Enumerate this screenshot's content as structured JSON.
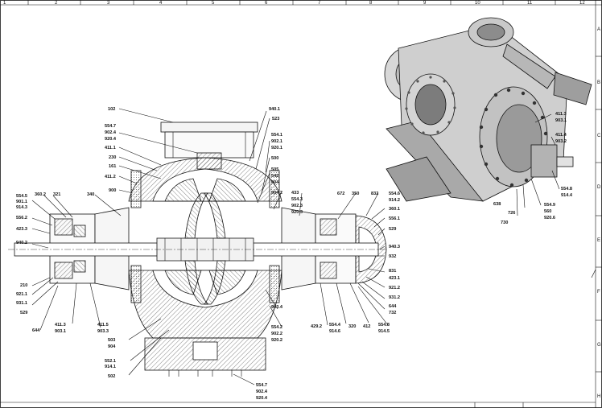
{
  "grid": {
    "columns": [
      "1",
      "2",
      "3",
      "4",
      "5",
      "6",
      "7",
      "8",
      "9",
      "10",
      "11",
      "12"
    ],
    "rows": [
      "A",
      "B",
      "C",
      "D",
      "E",
      "F",
      "G",
      "H"
    ]
  },
  "labels": {
    "l102": "102",
    "l940_1": "940.1",
    "l523": "523",
    "l554_7a": "554.7",
    "l902_4a": "902.4",
    "l920_4a": "920.4",
    "l554_1": "554.1",
    "l902_1": "902.1",
    "l920_1": "920.1",
    "l411_1": "411.1",
    "l230": "230",
    "l161": "161",
    "l411_2": "411.2",
    "l500": "500",
    "l505": "505",
    "l542": "542",
    "l904a": "904",
    "l900": "900",
    "l340": "340",
    "l904_2": "904.2",
    "l433": "433",
    "l554_3": "554.3",
    "l902_3": "902.3",
    "l920_3": "920.3",
    "l672": "672",
    "l350": "350",
    "l832": "832",
    "l554_6": "554.6",
    "l914_2": "914.2",
    "l360_1": "360.1",
    "l556_1": "556.1",
    "l529r": "529",
    "l940_3": "940.3",
    "l932": "932",
    "l831": "831",
    "l423_1": "423.1",
    "l921_2": "921.2",
    "l931_2": "931.2",
    "l644r": "644",
    "l732": "732",
    "l554_5": "554.5",
    "l901_1": "901.1",
    "l914_3": "914.3",
    "l360_2": "360.2",
    "l321": "321",
    "l556_2": "556.2",
    "l423_3": "423.3",
    "l940_2": "940.2",
    "l210": "210",
    "l921_1": "921.1",
    "l931_1": "931.1",
    "l529l": "529",
    "l644l": "644",
    "l411_3a": "411.3",
    "l903_1a": "903.1",
    "l411_5": "411.5",
    "l903_3": "903.3",
    "l903_4": "903.4",
    "l554_2": "554.2",
    "l902_2": "902.2",
    "l920_2": "920.2",
    "l429_2": "429.2",
    "l554_4": "554.4",
    "l914_6": "914.6",
    "l412": "412",
    "l320": "320",
    "l554_8b": "554.8",
    "l914_5": "914.5",
    "l503": "503",
    "l904b": "904",
    "l552_1": "552.1",
    "l914_1": "914.1",
    "l502": "502",
    "l554_7b": "554.7",
    "l902_4b": "902.4",
    "l920_4b": "920.4",
    "l411_3b": "411.3",
    "l903_1b": "903.1",
    "l411_4": "411.4",
    "l903_2": "903.2",
    "l554_8a": "554.8",
    "l914_4": "914.4",
    "l554_9": "554.9",
    "l560": "560",
    "l920_6": "920.6",
    "l638": "638",
    "l726": "726",
    "l730": "730"
  }
}
